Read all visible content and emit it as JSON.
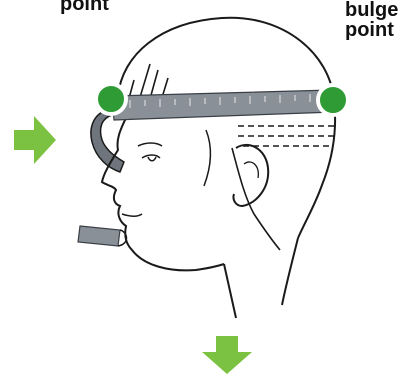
{
  "labels": {
    "left": "point",
    "right_line1": "bulge",
    "right_line2": "point"
  },
  "colors": {
    "marker_fill": "#2e9b34",
    "marker_ring": "#ffffff",
    "arrow": "#7cc242",
    "tape": "#8a9098",
    "line": "#1a1a1a"
  },
  "icons": [
    "right-arrow-icon",
    "down-arrow-icon"
  ]
}
